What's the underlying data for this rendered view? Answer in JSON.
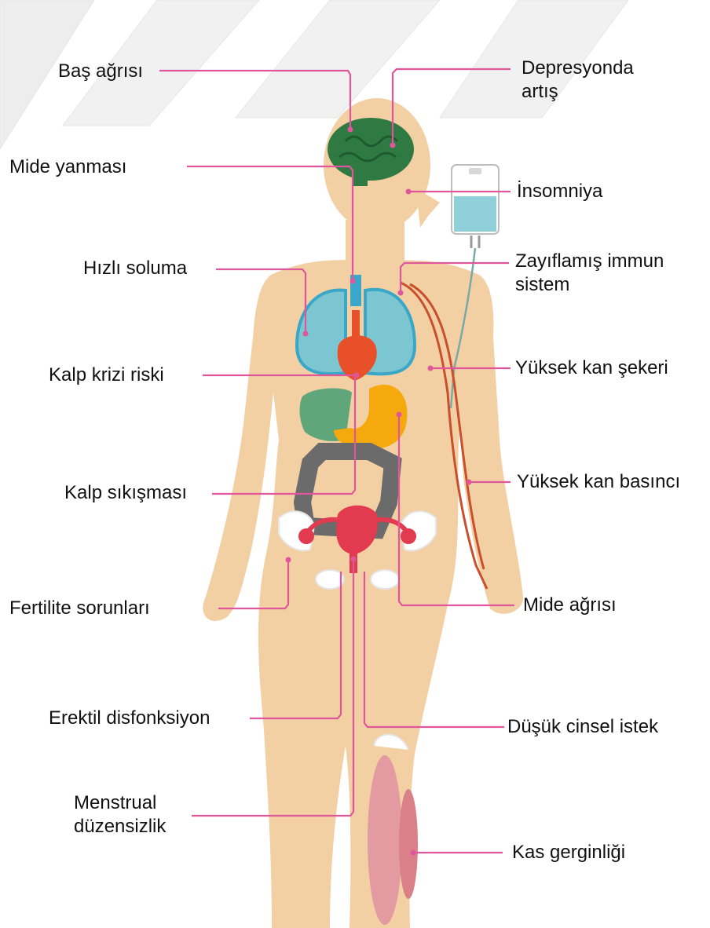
{
  "labels": {
    "headache": "Baş ağrısı",
    "depression": "Depresyonda\nartış",
    "heartburn": "Mide yanması",
    "insomnia": "İnsomniya",
    "rapid_breathing": "Hızlı soluma",
    "weak_immune": "Zayıflamış immun\nsistem",
    "heart_attack_risk": "Kalp krizi riski",
    "high_blood_sugar": "Yüksek kan şekeri",
    "angina": "Kalp sıkışması",
    "high_blood_pressure": "Yüksek kan basıncı",
    "fertility": "Fertilite sorunları",
    "stomach_ache": "Mide ağrısı",
    "erectile": "Erektil disfonksiyon",
    "low_libido": "Düşük cinsel istek",
    "menstrual": "Menstrual\ndüzensizlik",
    "muscle_tension": "Kas gerginliği"
  },
  "colors": {
    "callout": "#e0569b",
    "skin": "#f3cfa4",
    "brain": "#2f7a43",
    "lungs": "#7cc6d2",
    "liver": "#5fa67a",
    "stomach": "#f5a90d",
    "intestine": "#6b6b6b",
    "uterus": "#e23a4e",
    "vessels": "#c9502c",
    "muscle": "#e39aa0"
  }
}
